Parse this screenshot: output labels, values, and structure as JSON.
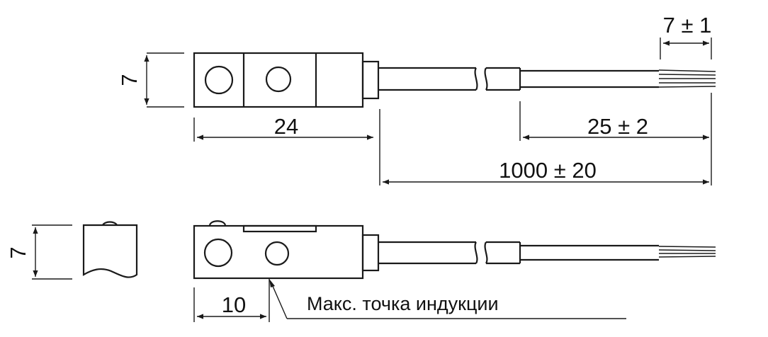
{
  "dimensions": {
    "top_height": "7",
    "body_length": "24",
    "strip_length": "25 ± 2",
    "tip_length": "7 ± 1",
    "cable_length": "1000 ± 20",
    "side_height": "7",
    "sensing_offset": "10"
  },
  "annotation": {
    "sensing_point": "Макс. точка индукции"
  },
  "colors": {
    "line": "#1a1a1a",
    "background": "#ffffff"
  }
}
